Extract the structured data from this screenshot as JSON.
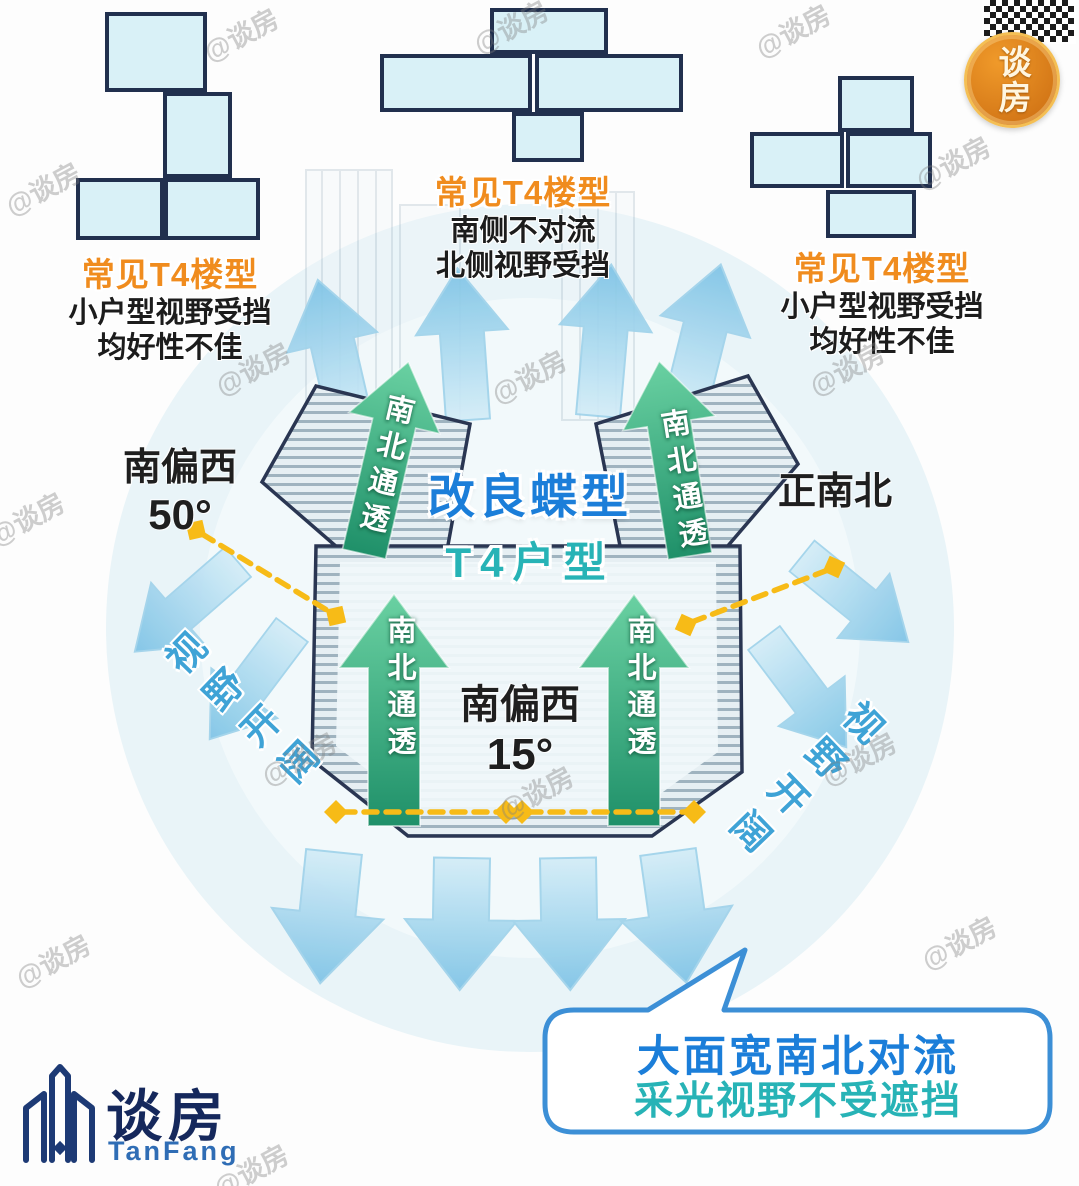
{
  "watermark": "@谈房",
  "badge": {
    "name": "谈房"
  },
  "top_diagrams": {
    "left": {
      "title": "常见T4楼型",
      "line1": "小户型视野受挡",
      "line2": "均好性不佳"
    },
    "center": {
      "title": "常见T4楼型",
      "line1": "南侧不对流",
      "line2": "北侧视野受挡"
    },
    "right": {
      "title": "常见T4楼型",
      "line1": "小户型视野受挡",
      "line2": "均好性不佳"
    }
  },
  "diagram": {
    "title_line1": "改良蝶型",
    "title_line2": "T4户型",
    "ventilation": "南北通透",
    "view_open": "视野开阔",
    "orientation_left_line1": "南偏西",
    "orientation_left_line2": "50°",
    "orientation_right": "正南北",
    "orientation_center_line1": "南偏西",
    "orientation_center_line2": "15°"
  },
  "callout": {
    "line1": "大面宽南北对流",
    "line2": "采光视野不受遮挡"
  },
  "footer": {
    "brand": "谈房",
    "brand_latin": "TanFang"
  },
  "colors": {
    "orange": "#f08c1e",
    "title_blue": "#1b7ed9",
    "teal": "#27b3b6",
    "green_arrow": "#2ba376",
    "blue_arrow": "#8fc9e6",
    "yellow": "#f7bb17",
    "navy_outline": "#2a3652"
  }
}
